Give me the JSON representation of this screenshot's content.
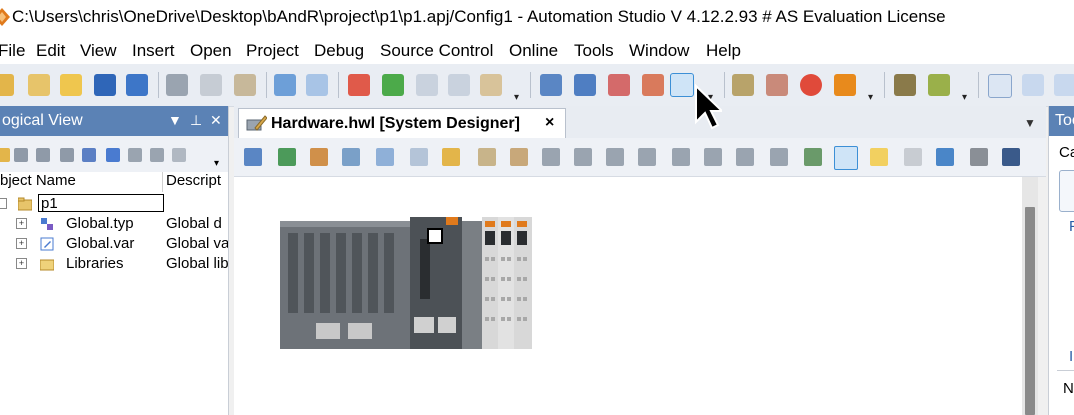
{
  "window": {
    "title": "C:\\Users\\chris\\OneDrive\\Desktop\\bAndR\\project\\p1\\p1.apj/Config1 - Automation Studio V 4.12.2.93 # AS Evaluation License"
  },
  "menu": {
    "items": [
      "File",
      "Edit",
      "View",
      "Insert",
      "Open",
      "Project",
      "Debug",
      "Source Control",
      "Online",
      "Tools",
      "Window",
      "Help"
    ]
  },
  "logical_view": {
    "title": "ogical View",
    "columns": {
      "name": "bject Name",
      "description": "Descript"
    },
    "root": {
      "name": "p1"
    },
    "items": [
      {
        "name": "Global.typ",
        "description": "Global d"
      },
      {
        "name": "Global.var",
        "description": "Global va"
      },
      {
        "name": "Libraries",
        "description": "Global lib"
      }
    ]
  },
  "editor": {
    "tab_label": "Hardware.hwl [System Designer]",
    "tab_close": "×"
  },
  "right_pane": {
    "title": "Too",
    "label_top": "Ca",
    "label_mid": "F",
    "label_low": "I",
    "label_bottom": "N"
  }
}
